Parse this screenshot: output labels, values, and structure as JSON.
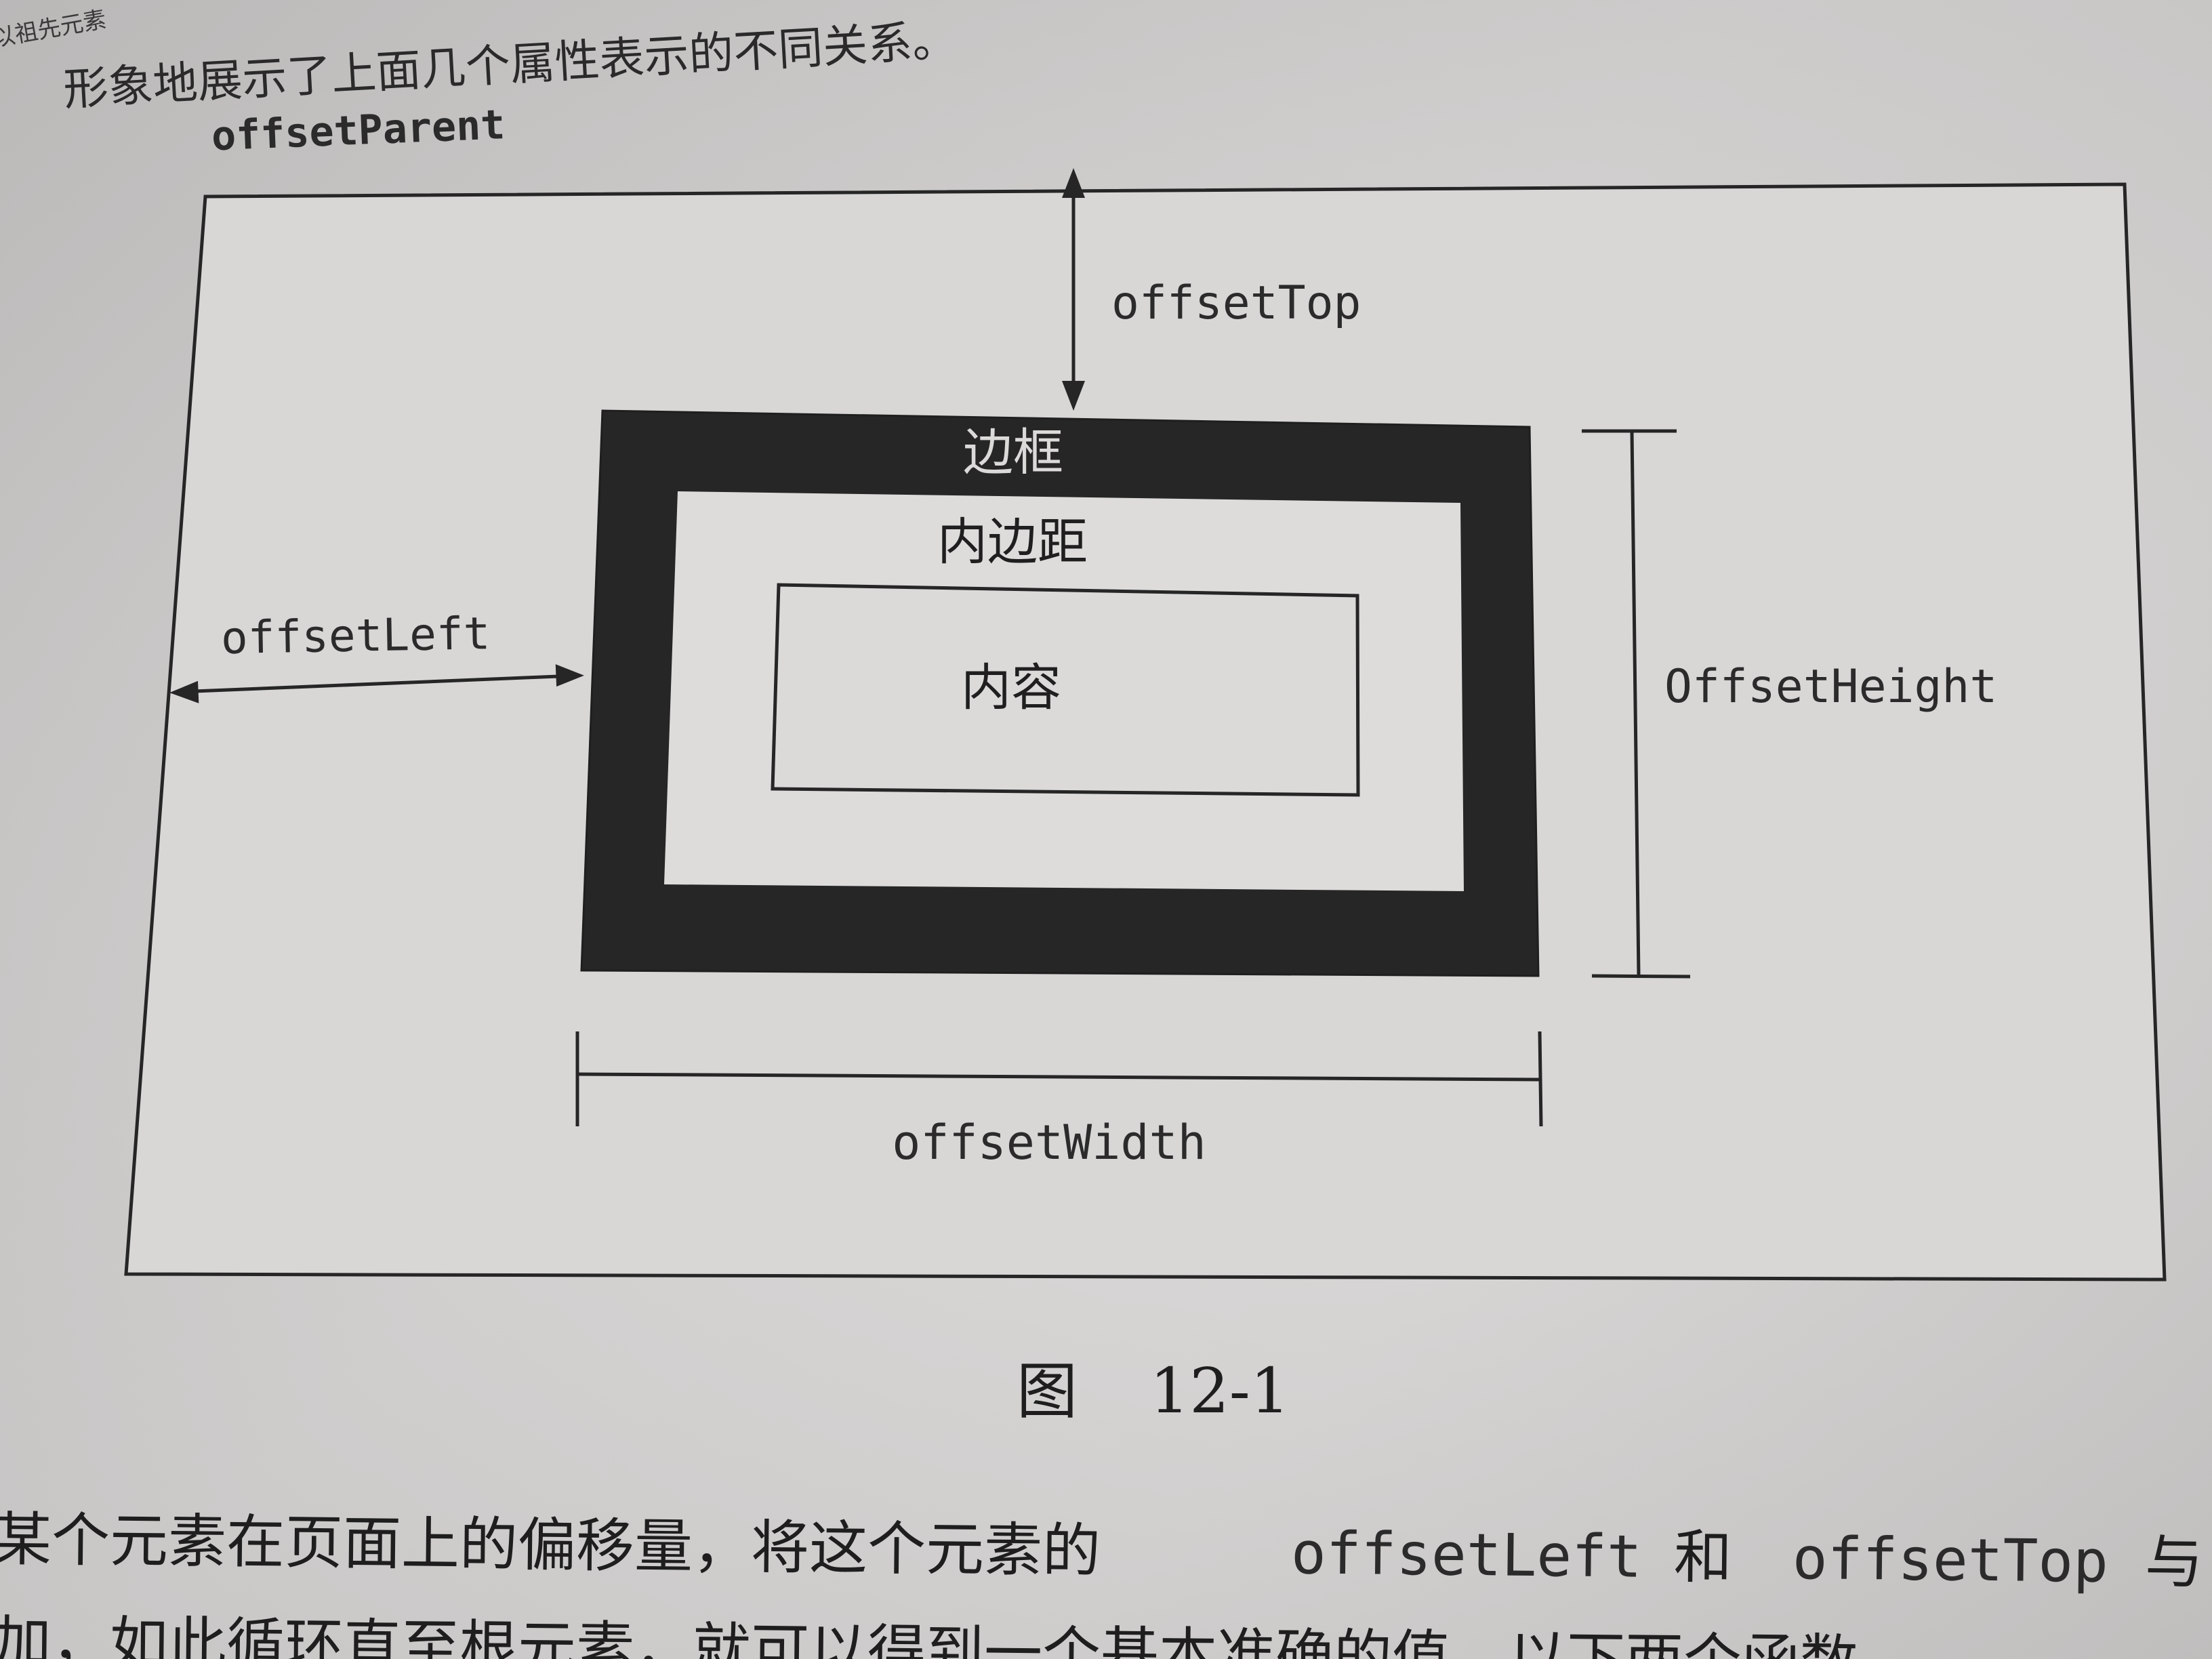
{
  "page_text": {
    "top_line": "形象地展示了上面几个属性表示的不同关系。",
    "margin_fragment": "以祖先元素",
    "bottom_line_1_a": "某个元素在页面上的偏移量，将这个元素的",
    "bottom_line_1_code_a": "offsetLeft",
    "bottom_line_1_mid": "和",
    "bottom_line_1_code_b": "offsetTop",
    "bottom_line_1_end": "与",
    "bottom_line_2": "加，如此循环直至根元素，就可以得到一个基本准确的值。以下两个函数"
  },
  "diagram": {
    "labels": {
      "offset_parent": "offsetParent",
      "offset_top": "offsetTop",
      "offset_left": "offsetLeft",
      "offset_height": "OffsetHeight",
      "offset_width": "offsetWidth",
      "border": "边框",
      "padding": "内边距",
      "content": "内容"
    }
  },
  "caption": {
    "prefix": "图",
    "number": "12-1"
  },
  "colors": {
    "paper": "#d8d6d5",
    "ink": "#262626",
    "border_fill": "#262626",
    "box_fill": "#dedcdb"
  }
}
